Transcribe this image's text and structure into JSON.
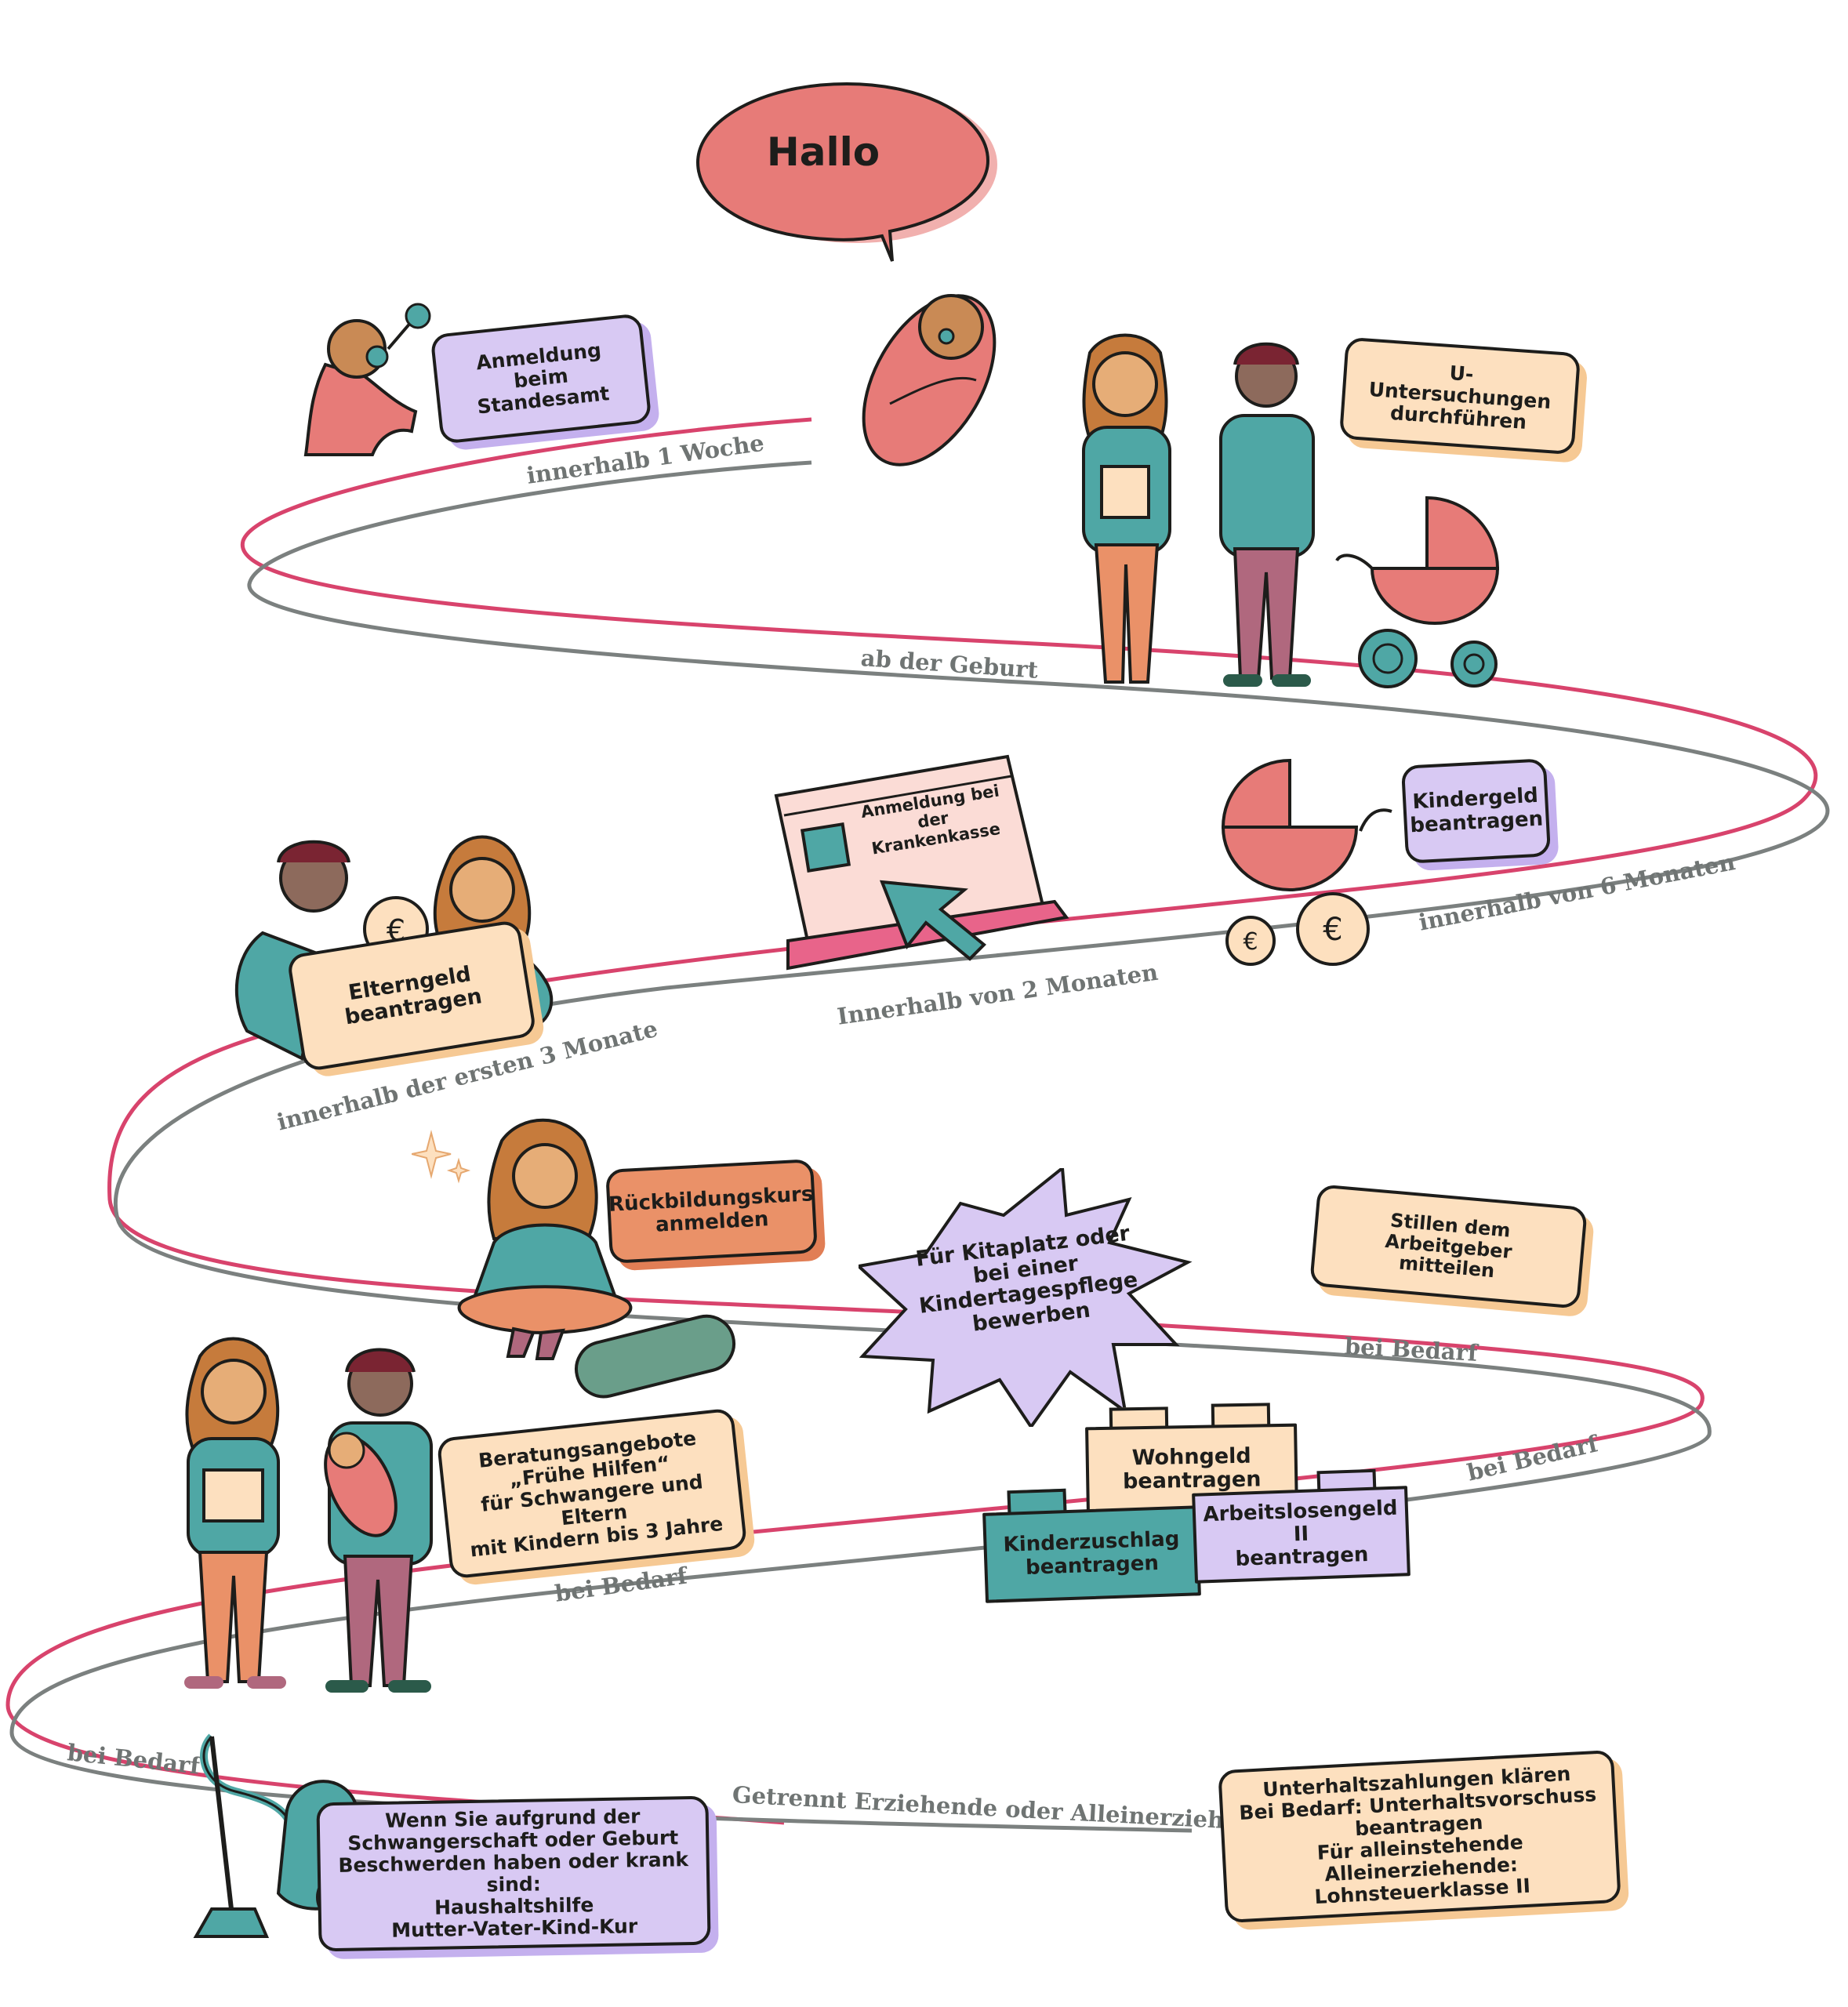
{
  "hello_bubble": "Hallo",
  "cards": {
    "anmeldung_standesamt": "Anmeldung beim\nStandesamt",
    "u_untersuchungen": "U-Untersuchungen\ndurchführen",
    "kindergeld": "Kindergeld\nbeantragen",
    "krankenkasse": "Anmeldung bei\nder Krankenkasse",
    "elterngeld": "Elterngeld\nbeantragen",
    "rueckbildungskurs": "Rückbildungskurs\nanmelden",
    "kitaplatz": "Für Kitaplatz oder\nbei einer\nKindertagespflege\nbewerben",
    "stillen": "Stillen dem Arbeitgeber\nmitteilen",
    "fruehe_hilfen": "Beratungsangebote\n„Frühe Hilfen“\nfür Schwangere und Eltern\nmit Kindern bis 3 Jahre",
    "wohngeld": "Wohngeld\nbeantragen",
    "kinderzuschlag": "Kinderzuschlag\nbeantragen",
    "arbeitslosengeld": "Arbeitslosengeld II\nbeantragen",
    "haushaltshilfe": "Wenn Sie aufgrund der\nSchwangerschaft oder Geburt\nBeschwerden haben oder krank sind:\nHaushaltshilfe\nMutter-Vater-Kind-Kur",
    "unterhalt": "Unterhaltszahlungen klären\nBei Bedarf: Unterhaltsvorschuss\nbeantragen\nFür alleinstehende Alleinerziehende:\nLohnsteuerklasse II"
  },
  "timeline_labels": {
    "woche": "innerhalb 1 Woche",
    "geburt": "ab der Geburt",
    "sechs_monate": "innerhalb von 6 Monaten",
    "zwei_monate": "Innerhalb von 2 Monaten",
    "drei_monate": "innerhalb der ersten 3 Monate",
    "bedarf_kita": "bei Bedarf",
    "bedarf_algii": "bei Bedarf",
    "bedarf_hilfen": "bei Bedarf",
    "bedarf_haushalt": "bei Bedarf",
    "getrennt": "Getrennt Erziehende oder Alleinerziehende:"
  },
  "colors": {
    "pink_line": "#d8436c",
    "grey_line": "#7b807f",
    "coral": "#e77b78",
    "teal": "#4fa7a5",
    "lavender": "#d8c9f3",
    "peach": "#fde0bf",
    "orange": "#ea9168",
    "outline": "#1d1d1b"
  },
  "icons": [
    "baby-with-rattle-icon",
    "swaddled-baby-icon",
    "parents-icon",
    "stroller-icon",
    "euro-coin-icon",
    "laptop-icon",
    "cursor-icon",
    "sitting-woman-icon",
    "yoga-mat-icon",
    "sparkle-icon",
    "parents-with-baby-icon",
    "vacuum-cleaner-icon"
  ]
}
